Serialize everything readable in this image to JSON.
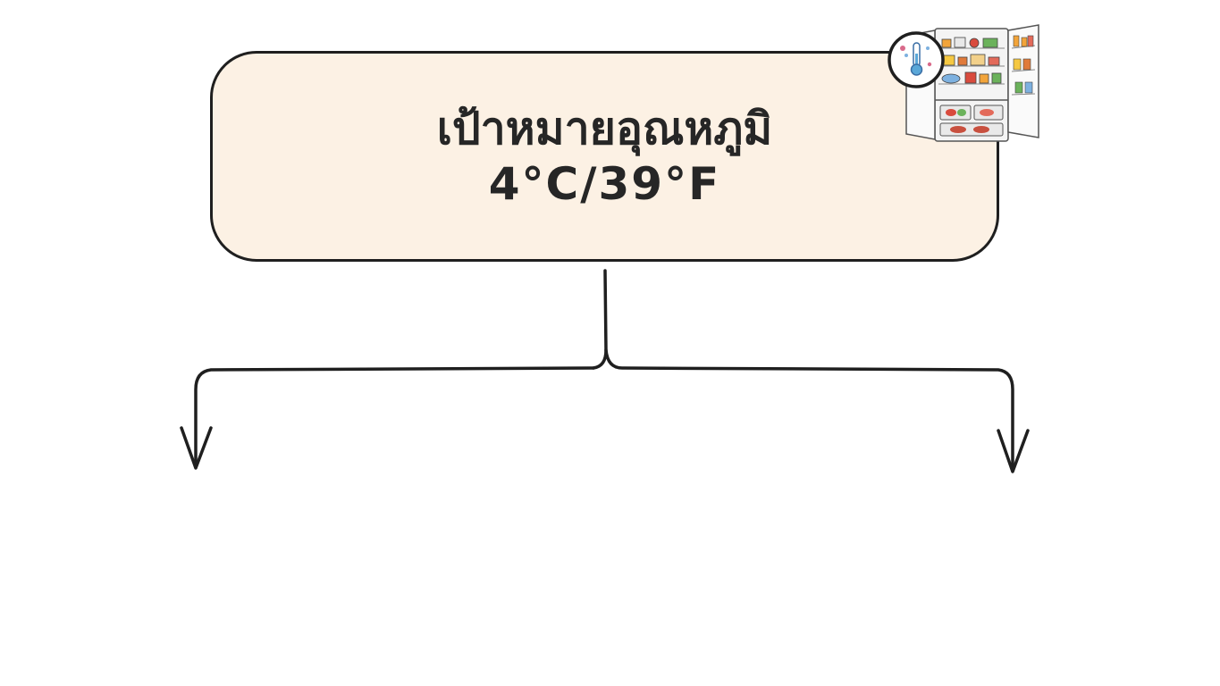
{
  "diagram": {
    "root_node": {
      "title": "เป้าหมายอุณหภูมิ",
      "value": "4°C/39°F"
    },
    "branches": [
      {
        "direction": "left",
        "label": ""
      },
      {
        "direction": "right",
        "label": ""
      }
    ]
  },
  "colors": {
    "box_fill": "#fcf1e4",
    "stroke": "#1f1f1f",
    "text": "#262626",
    "background": "#ffffff"
  },
  "icons": {
    "corner": "fridge-with-thermometer-icon"
  }
}
